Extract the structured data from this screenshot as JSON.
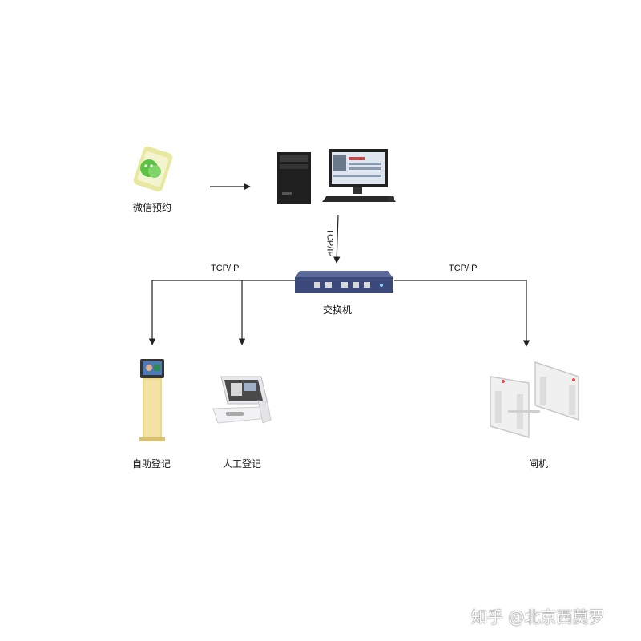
{
  "nodes": {
    "wechat": {
      "label": "微信预约"
    },
    "server": {
      "label": ""
    },
    "switch": {
      "label": "交换机"
    },
    "kiosk": {
      "label": "自助登记"
    },
    "manual": {
      "label": "人工登记"
    },
    "gate": {
      "label": "闸机"
    }
  },
  "edges": {
    "server_switch": {
      "label": "TCP/IP"
    },
    "switch_left": {
      "label": "TCP/IP"
    },
    "switch_right": {
      "label": "TCP/IP"
    }
  },
  "watermark": {
    "text": "知乎 @北京西莫罗"
  },
  "colors": {
    "wechat_green": "#5cc244",
    "wechat_phone": "#e8e8a0",
    "kiosk_yellow": "#ecd78a",
    "switch_body": "#3b4a7a",
    "line": "#222222"
  }
}
